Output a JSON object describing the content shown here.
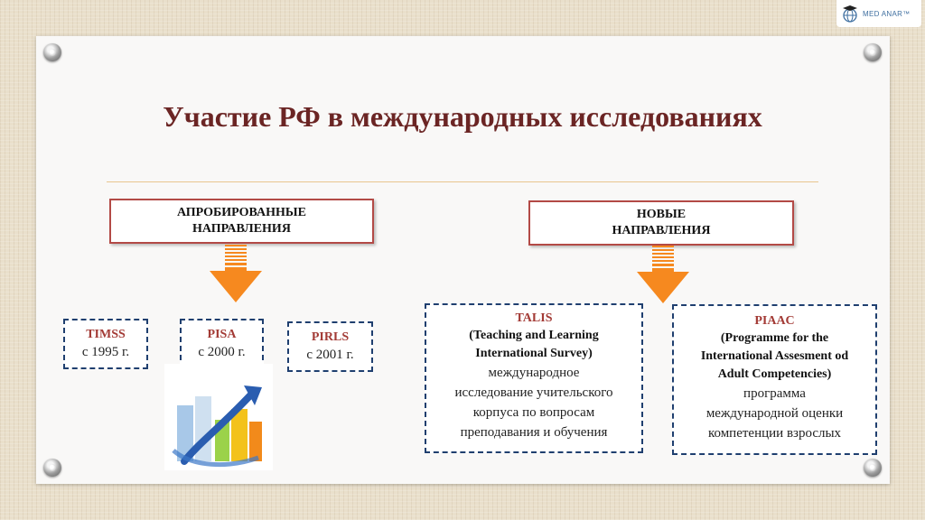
{
  "brand": {
    "logo_text": "MED ANAR™"
  },
  "slide": {
    "title": "Участие РФ в международных исследованиях",
    "approved": {
      "line1": "АПРОБИРОВАННЫЕ",
      "line2": "НАПРАВЛЕНИЯ",
      "items": [
        {
          "name": "TIMSS",
          "year": "с 1995 г."
        },
        {
          "name": "PISA",
          "year": "с 2000 г."
        },
        {
          "name": "PIRLS",
          "year": "с 2001 г."
        }
      ]
    },
    "new": {
      "line1": "НОВЫЕ",
      "line2": "НАПРАВЛЕНИЯ",
      "items": [
        {
          "name": "TALIS",
          "full_line1": "(Teaching and Learning",
          "full_line2": "International Survey)",
          "desc_line1": "международное",
          "desc_line2": "исследование учительского",
          "desc_line3": "корпуса по вопросам",
          "desc_line4": "преподавания и обучения"
        },
        {
          "name": "PIAAC",
          "full_line1": "(Programme for the",
          "full_line2": "International Assesment od",
          "full_line3": "Adult Competencies)",
          "desc_line1": "программа",
          "desc_line2": "международной оценки",
          "desc_line3": "компетенции взрослых"
        }
      ]
    },
    "colors": {
      "title": "#6b2524",
      "box_border": "#b34a46",
      "dashed_border": "#1f3f6f",
      "arrow": "#f6891f",
      "label": "#a33b36"
    }
  }
}
